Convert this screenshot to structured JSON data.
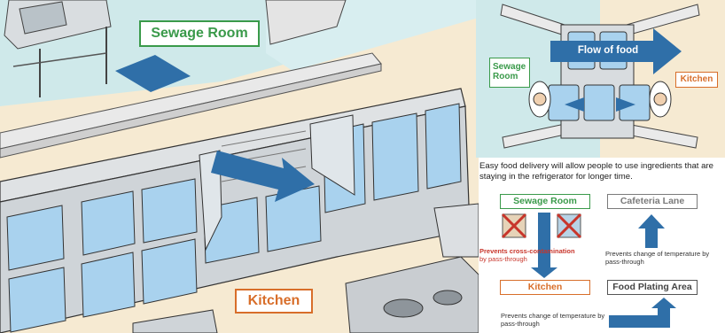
{
  "illustration": {
    "sewage_room_label": "Sewage Room",
    "kitchen_label": "Kitchen"
  },
  "plan_view": {
    "flow_label": "Flow of food",
    "left_label": "Sewage\nRoom",
    "right_label": "Kitchen"
  },
  "description": "Easy food delivery will allow people to use ingredients that are staying in the refrigerator for longer time.",
  "flowchart": {
    "sewage_room": "Sewage Room",
    "cafeteria_lane": "Cafeteria Lane",
    "kitchen": "Kitchen",
    "food_plating_area": "Food Plating Area",
    "note_red_title": "Prevents cross-contamination",
    "note_red_sub": "by pass-through",
    "note_right": "Prevents change of temperature by pass-through",
    "note_bottom": "Prevents change of temperature by pass-through"
  },
  "colors": {
    "green": "#3a9a4a",
    "orange": "#d86e2a",
    "gray": "#7a7a7a",
    "blue_arrow": "#2f6fa8",
    "red": "#c8352b"
  }
}
